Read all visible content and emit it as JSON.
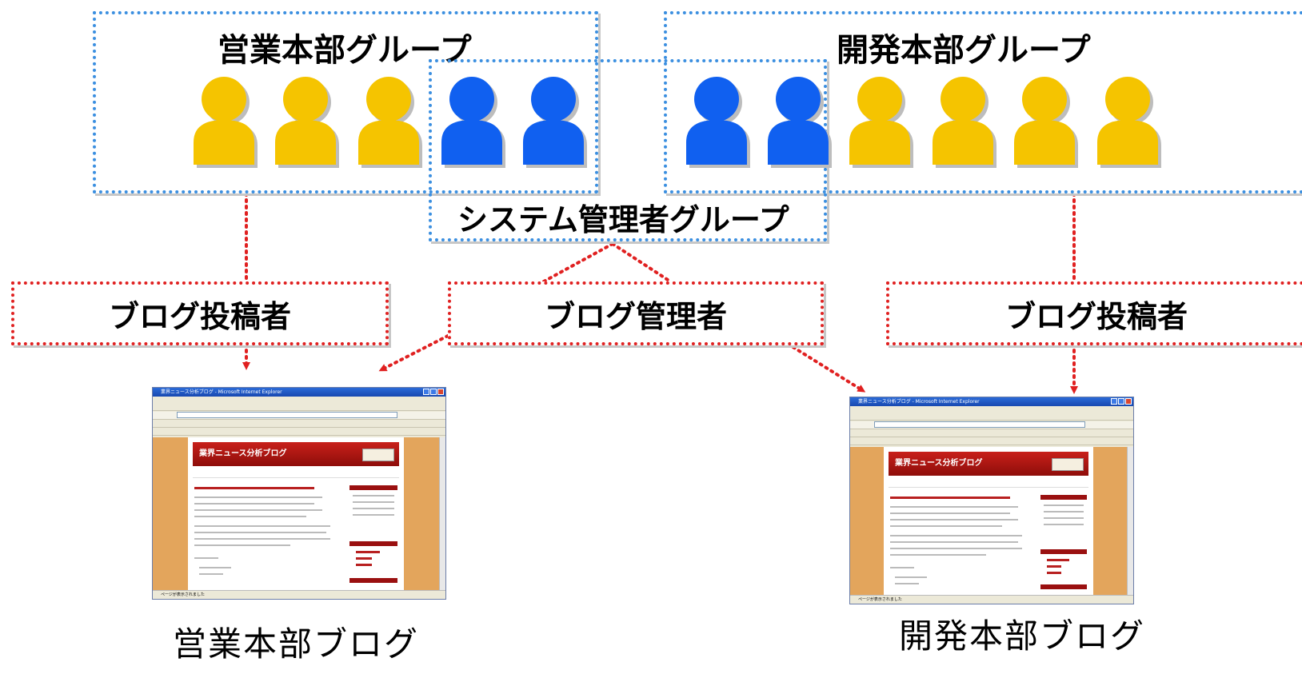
{
  "groups": {
    "sales": {
      "title": "営業本部グループ"
    },
    "dev": {
      "title": "開発本部グループ"
    },
    "sysadmin": {
      "title": "システム管理者グループ"
    }
  },
  "roles": {
    "sales_poster": "ブログ投稿者",
    "blog_admin": "ブログ管理者",
    "dev_poster": "ブログ投稿者"
  },
  "blogs": {
    "sales": {
      "caption": "営業本部ブログ",
      "window_title": "業界ニュース分析ブログ - Microsoft Internet Explorer",
      "page_heading": "業界ニュース分析ブログ",
      "status": "ページが表示されました"
    },
    "dev": {
      "caption": "開発本部ブログ",
      "window_title": "業界ニュース分析ブログ - Microsoft Internet Explorer",
      "page_heading": "業界ニュース分析ブログ",
      "status": "ページが表示されました"
    }
  },
  "colors": {
    "user_yellow": "#f5c400",
    "admin_blue": "#1060f0",
    "group_border": "#3b8fe0",
    "role_border": "#e02020",
    "connector_red": "#e02020"
  }
}
